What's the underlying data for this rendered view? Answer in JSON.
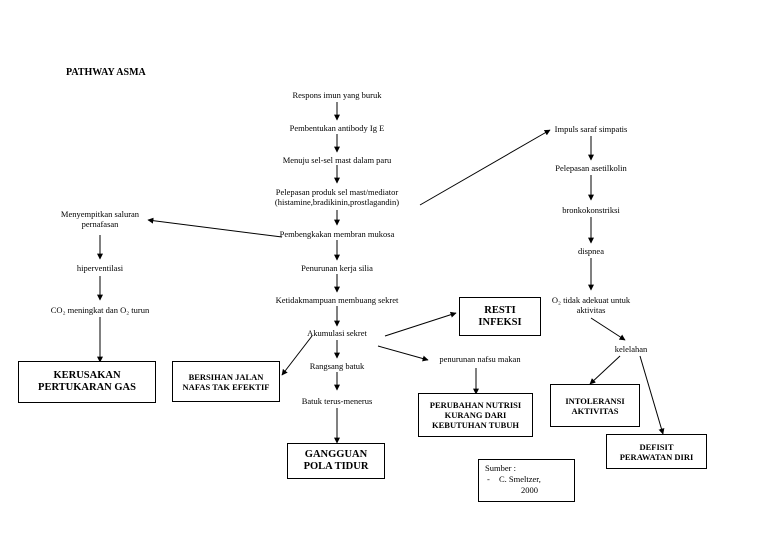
{
  "title": "PATHWAY ASMA",
  "center_steps": [
    "Respons imun yang buruk",
    "Pembentukan antibody Ig E",
    "Menuju sel-sel mast dalam paru",
    "Pelepasan produk sel mast/mediator",
    "(histamine,bradikinin,prostlagandin)",
    "Pembengkakan membran mukosa",
    "Penurunan kerja silia",
    "Ketidakmampuan membuang sekret",
    "Akumulasi sekret",
    "Rangsang batuk",
    "Batuk terus-menerus"
  ],
  "left_steps": [
    "Menyempitkan saluran",
    "pernafasan",
    "hiperventilasi",
    "CO₂ meningkat dan O₂ turun"
  ],
  "right_steps": [
    "Impuls saraf simpatis",
    "Pelepasan asetilkolin",
    "bronkokonstriksi",
    "dispnea",
    "O₂ tidak adekuat untuk",
    "aktivitas",
    "kelelahan"
  ],
  "middle_extra": {
    "nafsu": "penurunan nafsu makan"
  },
  "diagnoses": {
    "kerusakan": [
      "KERUSAKAN",
      "PERTUKARAN GAS"
    ],
    "bersihan": [
      "BERSIHAN JALAN",
      "NAFAS TAK EFEKTIF"
    ],
    "resti": [
      "RESTI",
      "INFEKSI"
    ],
    "nutrisi": [
      "PERUBAHAN NUTRISI",
      "KURANG DARI",
      "KEBUTUHAN TUBUH"
    ],
    "tidur": [
      "GANGGUAN",
      "POLA TIDUR"
    ],
    "intoleransi": [
      "INTOLERANSI",
      "AKTIVITAS"
    ],
    "defisit": [
      "DEFISIT",
      "PERAWATAN DIRI"
    ]
  },
  "source": {
    "label": "Sumber :",
    "author": "C. Smeltzer,",
    "year": "2000"
  }
}
